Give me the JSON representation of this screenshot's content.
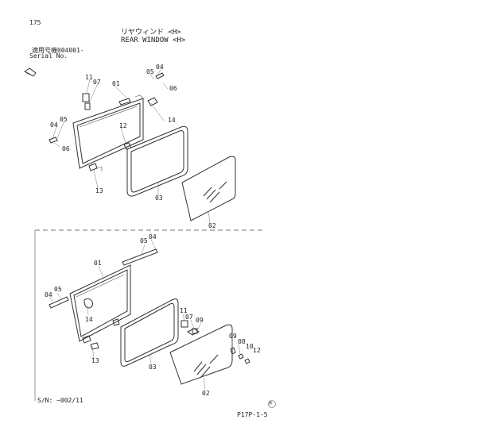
{
  "header": {
    "page_number": "175",
    "title_jp": "リヤウィンド <H>",
    "title_en": "REAR WINDOW <H>",
    "applicable_label_jp": "適用号機",
    "applicable_serial": "004001-",
    "serial_label": "Serial No."
  },
  "upper_assembly": {
    "part_labels": {
      "p04": "04",
      "p05": "05",
      "p06": "06",
      "p11": "11",
      "p07": "07",
      "p01": "01",
      "p14": "14",
      "p12": "12",
      "p04b": "04",
      "p05b": "05",
      "p06b": "06",
      "p13": "13",
      "p03": "03",
      "p02": "02"
    }
  },
  "lower_assembly": {
    "part_labels": {
      "p04": "04",
      "p05": "05",
      "p01": "01",
      "p05b": "05",
      "p04b": "04",
      "p14": "14",
      "p13": "13",
      "p03": "03",
      "p11": "11",
      "p07": "07",
      "p09": "09",
      "p09b": "09",
      "p08": "08",
      "p10": "10",
      "p12": "12",
      "p02": "02"
    },
    "serial_range": "S/N: ~002/11"
  },
  "footer": {
    "page_code": "P17P-1-5",
    "symbol": "®"
  }
}
